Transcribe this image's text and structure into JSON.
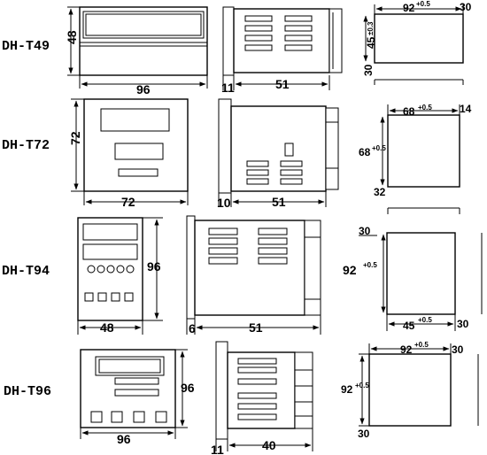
{
  "models": [
    {
      "name": "DH-T49",
      "front": {
        "width": "96",
        "height": "48"
      },
      "side": {
        "flange": "11",
        "depth": "51"
      },
      "cutout": {
        "width": "92",
        "width_tol": "+0.5",
        "height": "45",
        "height_tol": "±0.3",
        "min_h_gap": "30",
        "min_v_gap": "30"
      }
    },
    {
      "name": "DH-T72",
      "front": {
        "width": "72",
        "height": "72"
      },
      "side": {
        "flange": "10",
        "depth": "51"
      },
      "cutout": {
        "width": "68",
        "width_tol": "+0.5",
        "height": "68",
        "height_tol": "+0.5",
        "min_h_gap": "14",
        "min_v_gap": "32"
      }
    },
    {
      "name": "DH-T94",
      "front": {
        "width": "48",
        "height": "96"
      },
      "side": {
        "flange": "6",
        "depth": "51"
      },
      "cutout": {
        "width": "45",
        "width_tol": "+0.5",
        "height": "92",
        "height_tol": "+0.5",
        "min_h_gap": "30",
        "min_v_gap": "30"
      }
    },
    {
      "name": "DH-T96",
      "front": {
        "width": "96",
        "height": "96"
      },
      "side": {
        "flange": "11",
        "depth": "40"
      },
      "cutout": {
        "width": "92",
        "width_tol": "+0.5",
        "height": "92",
        "height_tol": "+0.5",
        "min_h_gap": "30",
        "min_v_gap": "30"
      }
    }
  ]
}
